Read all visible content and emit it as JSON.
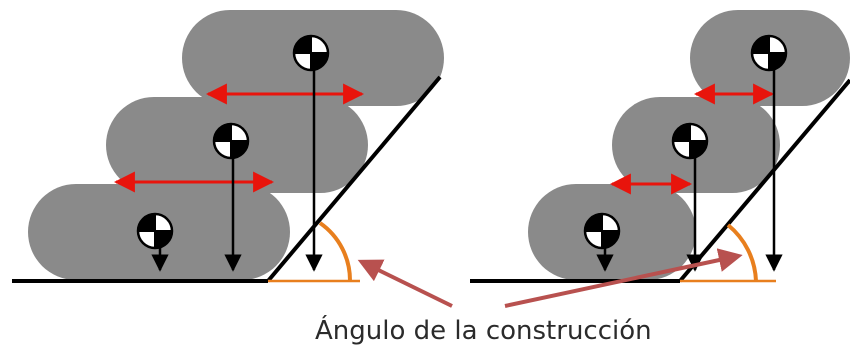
{
  "caption": "Ángulo de la construcción",
  "colors": {
    "roll_fill": "#8a8a8a",
    "ground": "#000000",
    "width_arrow": "#e8140c",
    "angle_marker": "#e87f1e",
    "pointer_arrow": "#b8514f",
    "text": "#2b2b2b"
  },
  "panels": [
    {
      "name": "left-stack",
      "layers": 3
    },
    {
      "name": "right-stack",
      "layers": 3
    }
  ]
}
